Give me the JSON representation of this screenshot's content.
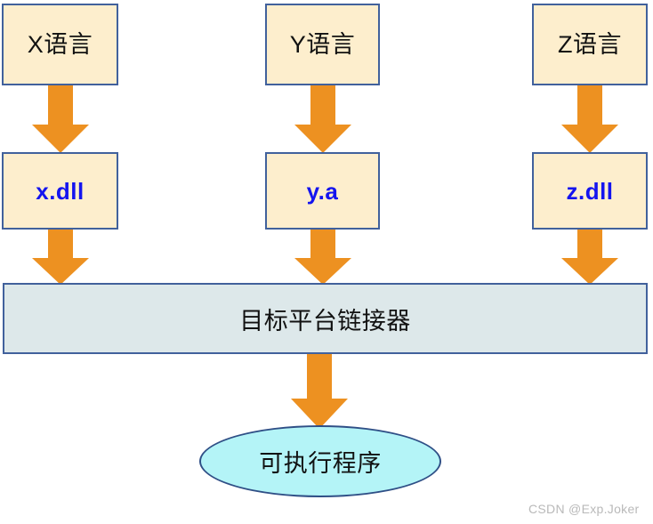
{
  "diagram": {
    "title_text": "",
    "colors": {
      "box_fill": "#fdeecd",
      "box_border": "#41619c",
      "artifact_text": "#1414ef",
      "linker_fill": "#dde8ea",
      "linker_border": "#41619c",
      "ellipse_fill": "#b4f4f7",
      "ellipse_border": "#2f4f86",
      "arrow_fill": "#ed9121",
      "watermark_text": "#b9b9b9",
      "background": "#ffffff"
    },
    "languages": [
      {
        "label": "X语言"
      },
      {
        "label": "Y语言"
      },
      {
        "label": "Z语言"
      }
    ],
    "artifacts": [
      {
        "label": "x.dll"
      },
      {
        "label": "y.a"
      },
      {
        "label": "z.dll"
      }
    ],
    "linker": {
      "label": "目标平台链接器"
    },
    "output": {
      "label": "可执行程序"
    },
    "arrows": {
      "icon_name": "down-arrow-icon",
      "count": 7,
      "direction": "down"
    },
    "watermark": {
      "text": "CSDN @Exp.Joker"
    }
  }
}
